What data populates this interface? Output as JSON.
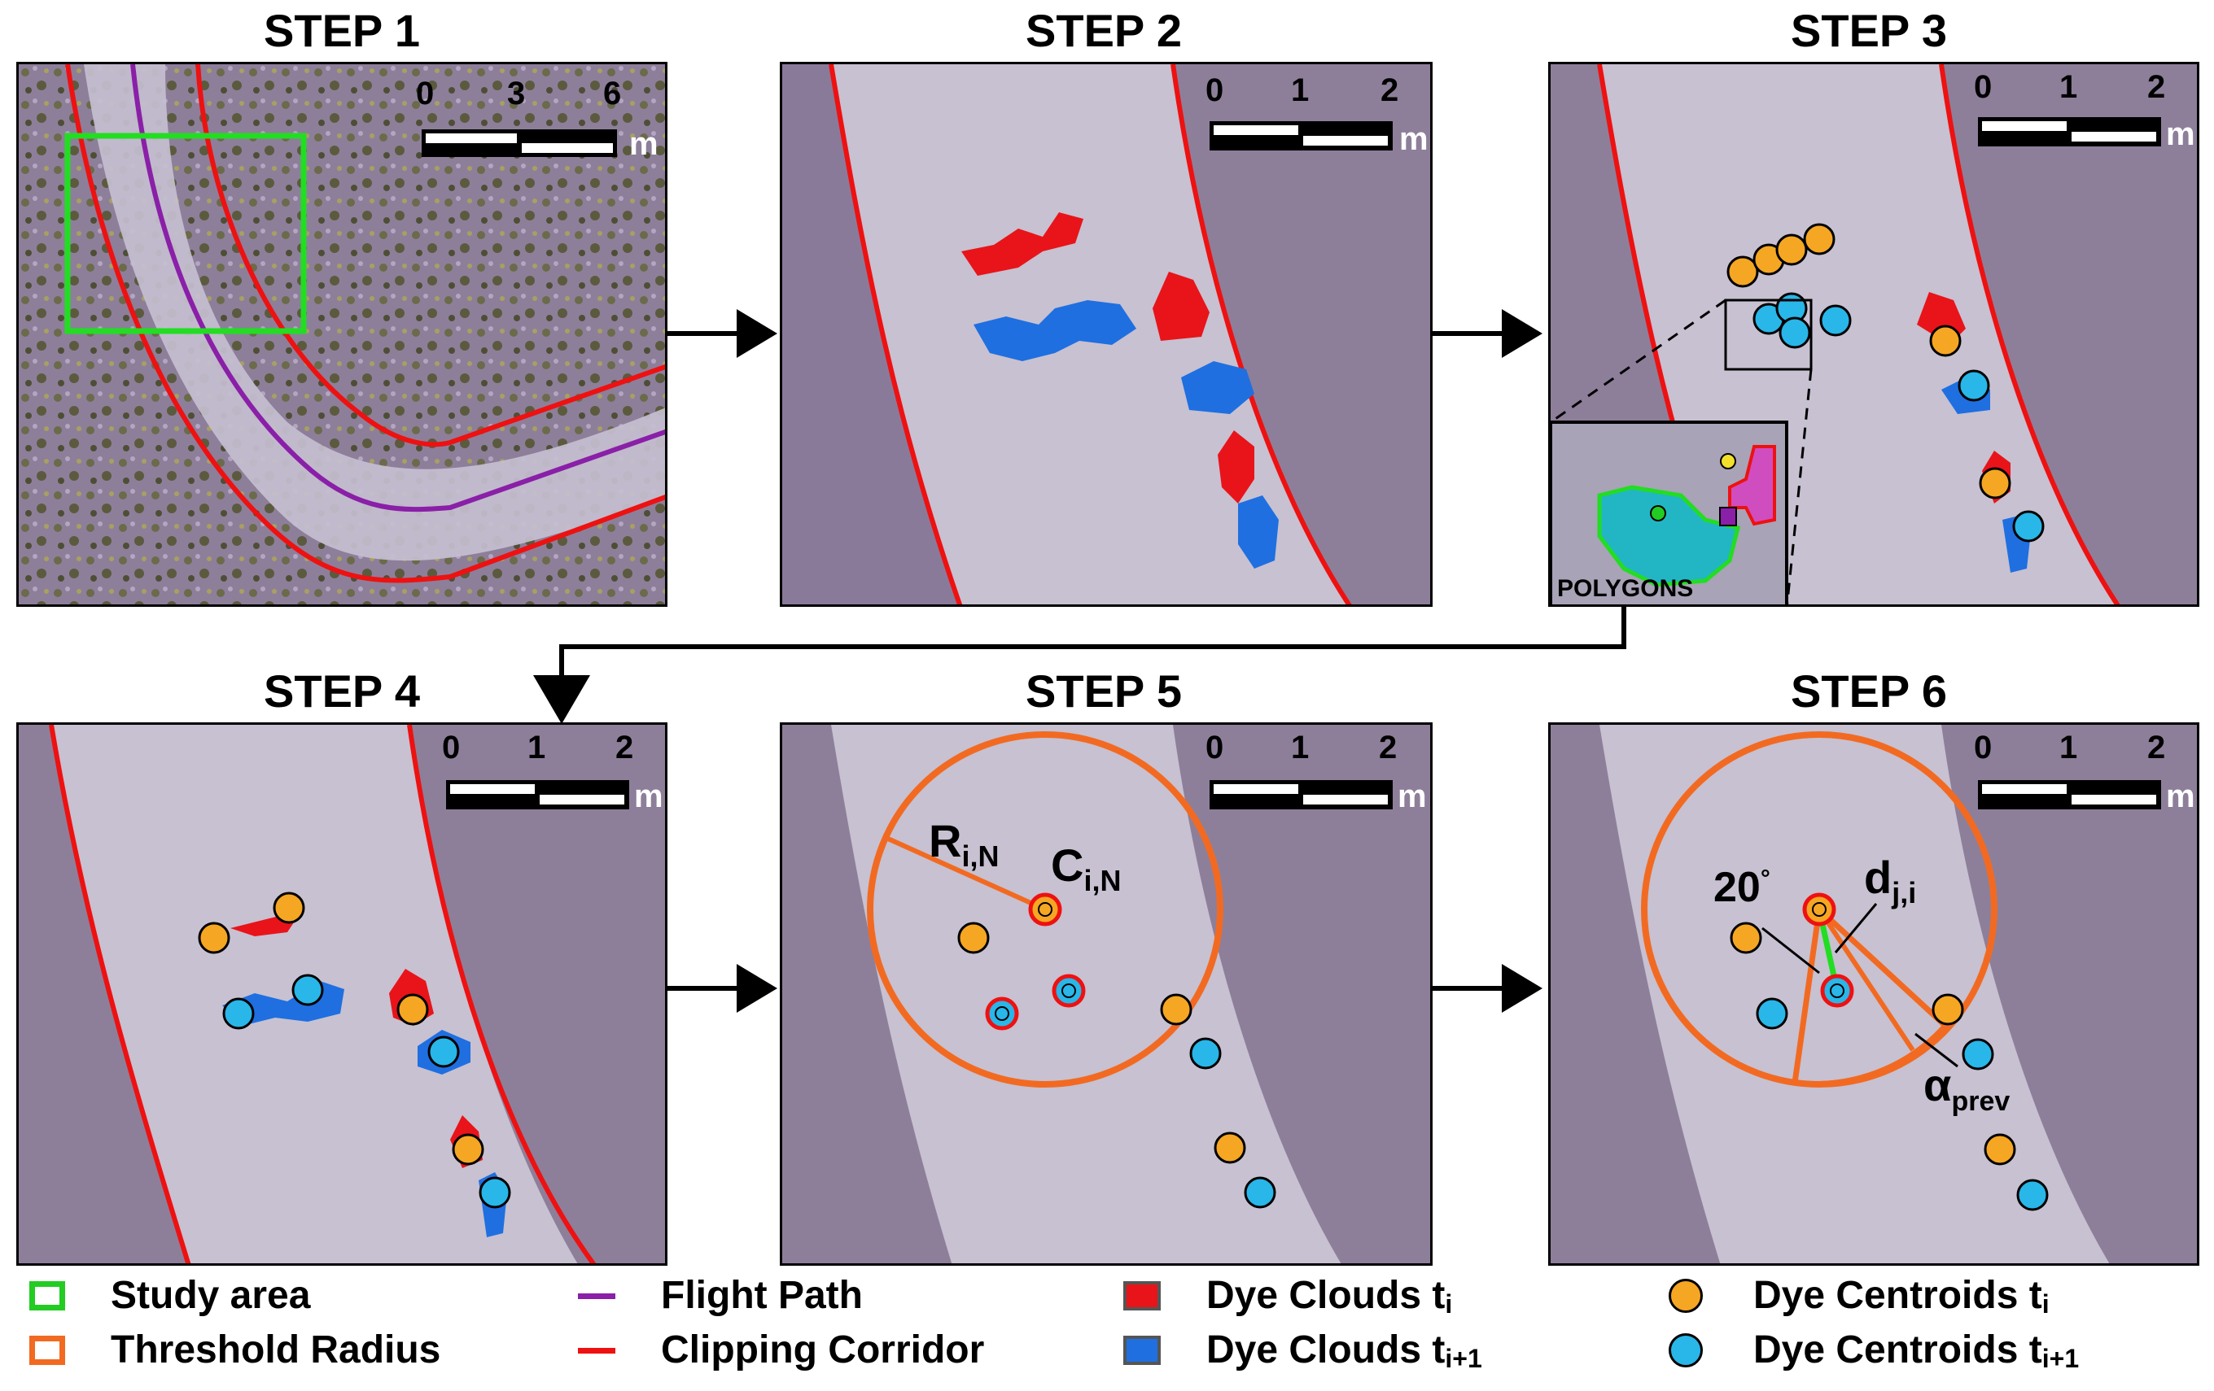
{
  "steps": [
    {
      "title": "STEP 1",
      "scale": [
        "0",
        "3",
        "6"
      ],
      "unit": "m"
    },
    {
      "title": "STEP 2",
      "scale": [
        "0",
        "1",
        "2"
      ],
      "unit": "m"
    },
    {
      "title": "STEP 3",
      "scale": [
        "0",
        "1",
        "2"
      ],
      "unit": "m"
    },
    {
      "title": "STEP 4",
      "scale": [
        "0",
        "1",
        "2"
      ],
      "unit": "m"
    },
    {
      "title": "STEP 5",
      "scale": [
        "0",
        "1",
        "2"
      ],
      "unit": "m"
    },
    {
      "title": "STEP 6",
      "scale": [
        "0",
        "1",
        "2"
      ],
      "unit": "m"
    }
  ],
  "inset": {
    "label": "POLYGONS"
  },
  "annotations": {
    "radius_main": "R",
    "radius_sub": "i,N",
    "center_main": "C",
    "center_sub": "i,N",
    "angle": "20",
    "angle_deg": "°",
    "distance_main": "d",
    "distance_sub": "j,i",
    "alpha_main": "α",
    "alpha_sub": "prev"
  },
  "legend": [
    {
      "key": "study_area",
      "main": "Study area",
      "sub": "",
      "symbol": "hollow-square",
      "color": "#22cc22"
    },
    {
      "key": "threshold_radius",
      "main": "Threshold Radius",
      "sub": "",
      "symbol": "hollow-square",
      "color": "#f26a21"
    },
    {
      "key": "flight_path",
      "main": "Flight Path",
      "sub": "",
      "symbol": "line",
      "color": "#8a1fa8"
    },
    {
      "key": "clipping_corridor",
      "main": "Clipping Corridor",
      "sub": "",
      "symbol": "line",
      "color": "#ee1111"
    },
    {
      "key": "dye_clouds_ti",
      "main": "Dye Clouds t",
      "sub": "i",
      "symbol": "filled-square",
      "color": "#e8141a"
    },
    {
      "key": "dye_clouds_ti1",
      "main": "Dye Clouds t",
      "sub": "i+1",
      "symbol": "filled-square",
      "color": "#1f6fe0"
    },
    {
      "key": "dye_centroids_ti",
      "main": "Dye Centroids t",
      "sub": "i",
      "symbol": "circle",
      "color": "#f5a623"
    },
    {
      "key": "dye_centroids_ti1",
      "main": "Dye Centroids t",
      "sub": "i+1",
      "symbol": "circle",
      "color": "#29b6e8"
    }
  ],
  "colors": {
    "terrain": "#9a8fae",
    "path": "#cfc9d8",
    "red": "#ee1111",
    "purple": "#8a1fa8",
    "green": "#22dd22",
    "orange": "#f26a21",
    "centroid_orange": "#f5a623",
    "centroid_blue": "#29b6e8"
  }
}
